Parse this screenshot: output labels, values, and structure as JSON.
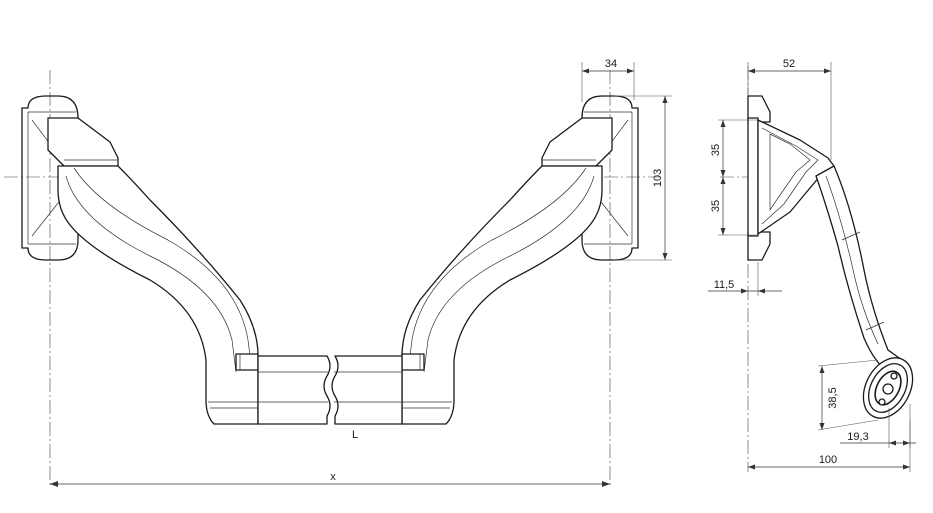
{
  "drawing": {
    "dimensions": {
      "front_width": "x",
      "tube_length": "L",
      "base_depth": "34",
      "base_height": "103",
      "side_depth": "52",
      "hole_upper": "35",
      "hole_lower": "35",
      "base_thickness": "11,5",
      "grip_height": "38,5",
      "grip_width": "19,3",
      "side_total": "100"
    }
  }
}
